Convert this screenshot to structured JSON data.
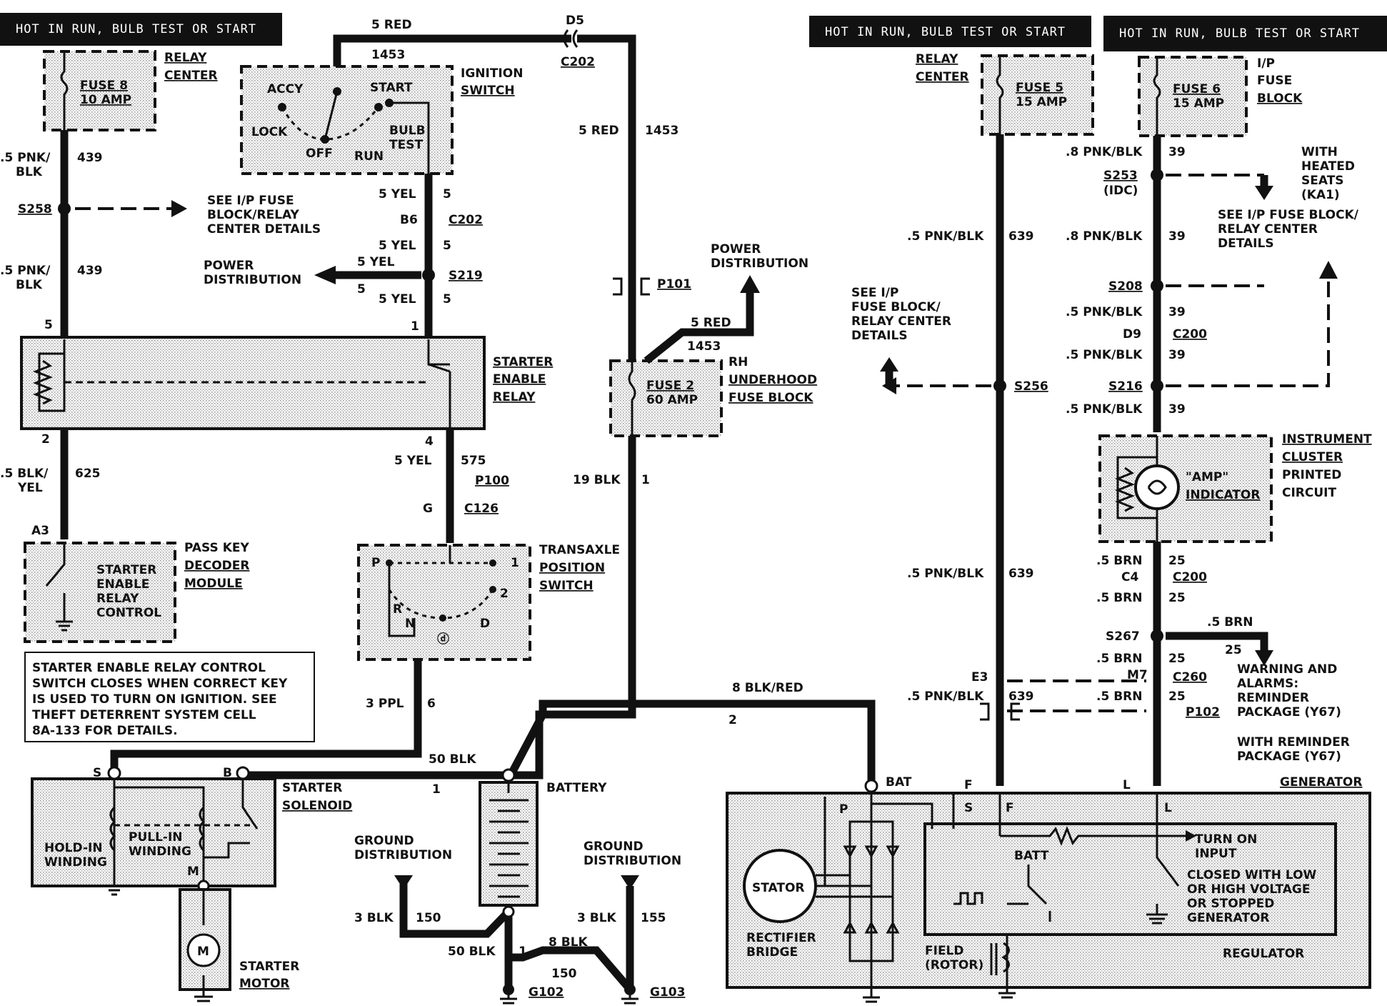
{
  "headers": {
    "left": "HOT IN RUN, BULB TEST OR START",
    "mid": "HOT IN RUN, BULB TEST OR START",
    "right": "HOT IN RUN, BULB TEST OR START"
  },
  "components": {
    "fuse8": {
      "name": "FUSE 8",
      "rating": "10 AMP",
      "block_l1": "RELAY",
      "block_l2": "CENTER"
    },
    "ignition": {
      "l1": "IGNITION",
      "l2": "SWITCH",
      "accy": "ACCY",
      "start": "START",
      "lock": "LOCK",
      "off": "OFF",
      "run": "RUN",
      "bulb1": "BULB",
      "bulb2": "TEST"
    },
    "relay": {
      "l1": "STARTER",
      "l2": "ENABLE",
      "l3": "RELAY"
    },
    "passkey": {
      "l1": "PASS KEY",
      "l2": "DECODER",
      "l3": "MODULE",
      "i1": "STARTER",
      "i2": "ENABLE",
      "i3": "RELAY",
      "i4": "CONTROL"
    },
    "note": [
      "STARTER ENABLE RELAY CONTROL",
      "SWITCH CLOSES WHEN CORRECT KEY",
      "IS USED TO TURN ON IGNITION.  SEE",
      "THEFT DETERRENT SYSTEM CELL",
      "8A-133 FOR DETAILS."
    ],
    "transaxle": {
      "l1": "TRANSAXLE",
      "l2": "POSITION",
      "l3": "SWITCH",
      "p": "P",
      "r": "R",
      "n": "N",
      "d": "D",
      "one": "1",
      "two": "2",
      "id": "ⓓ"
    },
    "fuse2": {
      "name": "FUSE 2",
      "rating": "60 AMP",
      "l1": "RH",
      "l2": "UNDERHOOD",
      "l3": "FUSE BLOCK"
    },
    "solenoid": {
      "l1": "STARTER",
      "l2": "SOLENOID",
      "hold1": "HOLD-IN",
      "hold2": "WINDING",
      "pull1": "PULL-IN",
      "pull2": "WINDING",
      "s": "S",
      "b": "B",
      "m": "M"
    },
    "motor": {
      "l1": "STARTER",
      "l2": "MOTOR",
      "m": "M"
    },
    "battery": {
      "label": "BATTERY"
    },
    "ground1": {
      "l1": "GROUND",
      "l2": "DISTRIBUTION"
    },
    "ground2": {
      "l1": "GROUND",
      "l2": "DISTRIBUTION"
    },
    "fuse5": {
      "name": "FUSE 5",
      "rating": "15 AMP",
      "l1": "RELAY",
      "l2": "CENTER"
    },
    "fuse6": {
      "name": "FUSE 6",
      "rating": "15 AMP",
      "l1": "I/P",
      "l2": "FUSE",
      "l3": "BLOCK"
    },
    "heated": {
      "l1": "WITH",
      "l2": "HEATED",
      "l3": "SEATS",
      "l4": "(KA1)"
    },
    "seeip": {
      "l1": "SEE I/P FUSE BLOCK/",
      "l2": "RELAY CENTER",
      "l3": "DETAILS"
    },
    "seeip2": {
      "l1": "SEE I/P",
      "l2": "FUSE BLOCK/",
      "l3": "RELAY CENTER",
      "l4": "DETAILS"
    },
    "seeip3": {
      "l1": "SEE I/P FUSE",
      "l2": "BLOCK/RELAY",
      "l3": "CENTER DETAILS"
    },
    "cluster": {
      "l1": "INSTRUMENT",
      "l2": "CLUSTER",
      "l3": "PRINTED",
      "l4": "CIRCUIT",
      "amp": "\"AMP\"",
      "ind": "INDICATOR"
    },
    "warning": {
      "l1": "WARNING AND",
      "l2": "ALARMS:",
      "l3": "REMINDER",
      "l4": "PACKAGE (Y67)",
      "w1": "WITH REMINDER",
      "w2": "PACKAGE (Y67)"
    },
    "generator": {
      "label": "GENERATOR",
      "bat": "BAT",
      "f": "F",
      "l": "L",
      "p": "P",
      "s": "S",
      "f2": "F",
      "l2": "L",
      "stator": "STATOR",
      "rect1": "RECTIFIER",
      "rect2": "BRIDGE",
      "field1": "FIELD",
      "field2": "(ROTOR)",
      "batt": "BATT",
      "turn1": "TURN ON",
      "turn2": "INPUT",
      "c1": "CLOSED WITH LOW",
      "c2": "OR HIGH VOLTAGE",
      "c3": "OR STOPPED",
      "c4": "GENERATOR",
      "reg": "REGULATOR"
    },
    "power1": {
      "l1": "POWER",
      "l2": "DISTRIBUTION"
    },
    "power2": {
      "l1": "POWER",
      "l2": "DISTRIBUTION"
    }
  },
  "wires": {
    "w5red": "5 RED",
    "c1453": "1453",
    "d5": "D5",
    "c202a": "C202",
    "w5red2": "5 RED",
    "c1453b": "1453",
    "p101": "P101",
    "w5red3": "5 RED",
    "c1453c": "1453",
    "w439a": ".5 PNK/",
    "w439a2": "BLK",
    "n439a": "439",
    "s258": "S258",
    "w439b": ".5 PNK/",
    "w439b2": "BLK",
    "n439b": "439",
    "pin5": "5",
    "w5yel1": "5 YEL",
    "n5a": "5",
    "b6": "B6",
    "c202b": "C202",
    "w5yel2": "5 YEL",
    "n5b": "5",
    "s219": "S219",
    "w5yel3": "5 YEL",
    "n5c": "5",
    "w5yel4": "5 YEL",
    "n5d": "5",
    "pin1": "1",
    "pin2": "2",
    "w625": ".5 BLK/",
    "w6252": "YEL",
    "n625": "625",
    "a3": "A3",
    "pin4": "4",
    "w575": "5 YEL",
    "n575": "575",
    "p100": "P100",
    "g": "G",
    "c126": "C126",
    "w19blk": "19 BLK",
    "n1": "1",
    "w3ppl": "3 PPL",
    "n6": "6",
    "w50blk": "50 BLK",
    "n1b": "1",
    "w8blkred": "8 BLK/RED",
    "n2": "2",
    "w3blk1": "3 BLK",
    "n150": "150",
    "w50blk2": "50 BLK",
    "n1c": "1",
    "w8blk": "8 BLK",
    "n150b": "150",
    "w3blk2": "3 BLK",
    "n155": "155",
    "g102": "G102",
    "g103": "G103",
    "w639a": ".5 PNK/BLK",
    "n639a": "639",
    "s256": "S256",
    "w639b": ".5 PNK/BLK",
    "n639b": "639",
    "e3": "E3",
    "w639c": ".5 PNK/BLK",
    "n639c": "639",
    "w39a": ".8 PNK/BLK",
    "n39a": "39",
    "s253": "S253",
    "idc": "(IDC)",
    "w39b": ".8 PNK/BLK",
    "n39b": "39",
    "s208": "S208",
    "w39c": ".5 PNK/BLK",
    "n39c": "39",
    "d9": "D9",
    "c200a": "C200",
    "w39d": ".5 PNK/BLK",
    "n39d": "39",
    "s216": "S216",
    "w39e": ".5 PNK/BLK",
    "n39e": "39",
    "w25a": ".5 BRN",
    "n25a": "25",
    "c4": "C4",
    "c200b": "C200",
    "w25b": ".5 BRN",
    "n25b": "25",
    "s267": "S267",
    "w25c": ".5 BRN",
    "w25d": ".5 BRN",
    "n25c": "25",
    "n25d": "25",
    "m7": "M7",
    "c260": "C260",
    "w25e": ".5 BRN",
    "n25e": "25",
    "p102": "P102"
  }
}
